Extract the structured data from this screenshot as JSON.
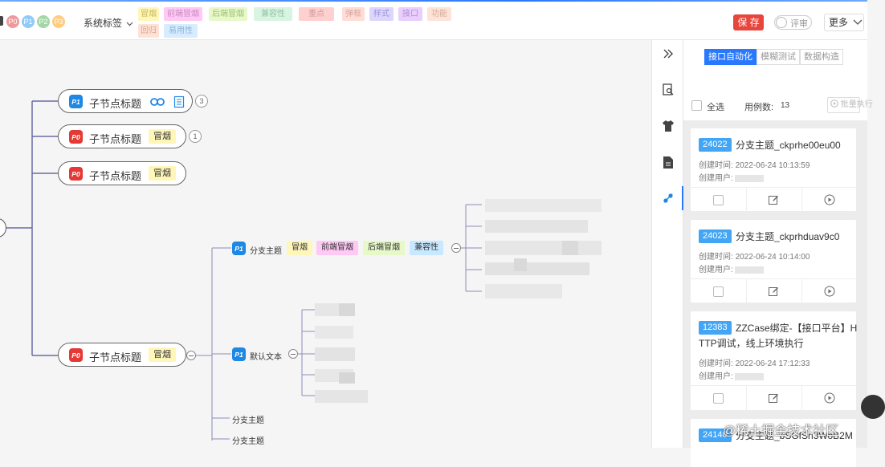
{
  "toolbar": {
    "priorities": [
      "P0",
      "P1",
      "P2",
      "P3"
    ],
    "system_tag_label": "系统标签",
    "tags_row1": [
      {
        "label": "冒烟",
        "bg": "#fff6b9",
        "fg": "#c9b75a"
      },
      {
        "label": "前端冒烟",
        "bg": "#ffc8f5",
        "fg": "#c98bc0"
      },
      {
        "label": "后端冒烟",
        "bg": "#e7f9c8",
        "fg": "#9fc079"
      },
      {
        "label": "兼容性",
        "bg": "#d9f4e2",
        "fg": "#8fc3a0"
      },
      {
        "label": "重点",
        "bg": "#ffd0d0",
        "fg": "#d39a9a"
      },
      {
        "label": "弹框",
        "bg": "#ffdcd5",
        "fg": "#d6a79e"
      },
      {
        "label": "样式",
        "bg": "#dcd6ff",
        "fg": "#9d93d6"
      },
      {
        "label": "接口",
        "bg": "#e9cffd",
        "fg": "#b58ed3"
      },
      {
        "label": "功能",
        "bg": "#fde3d8",
        "fg": "#d8ab98"
      }
    ],
    "tags_row2": [
      {
        "label": "回归",
        "bg": "#ffe2d6",
        "fg": "#d9a58f"
      },
      {
        "label": "易用性",
        "bg": "#d8ecff",
        "fg": "#8cb4d8"
      }
    ],
    "save_label": "保 存",
    "review_toggle_label": "评审",
    "more_label": "更多"
  },
  "mindmap": {
    "nodes": [
      {
        "priority": "P1",
        "title": "子节点标题",
        "count": "3",
        "mark": ""
      },
      {
        "priority": "P0",
        "title": "子节点标题",
        "count": "1",
        "mark": "冒烟"
      },
      {
        "priority": "P0",
        "title": "子节点标题",
        "count": "",
        "mark": "冒烟"
      },
      {
        "priority": "P0",
        "title": "子节点标题",
        "count": "",
        "mark": "冒烟"
      }
    ],
    "branch": {
      "priority": "P1",
      "label": "分支主题",
      "tags": [
        {
          "label": "冒烟",
          "bg": "#fff6b9"
        },
        {
          "label": "前端冒烟",
          "bg": "#ffc8f5"
        },
        {
          "label": "后端冒烟",
          "bg": "#e7f9c8"
        },
        {
          "label": "兼容性",
          "bg": "#c7e8ff"
        }
      ]
    },
    "default_text": {
      "priority": "P1",
      "label": "默认文本"
    },
    "extra_branches": [
      "分支主题",
      "分支主题"
    ]
  },
  "panel": {
    "tabs": [
      {
        "label": "接口自动化",
        "active": true
      },
      {
        "label": "模糊测试",
        "active": false
      },
      {
        "label": "数据构造",
        "active": false
      }
    ],
    "select_all_label": "全选",
    "case_count_label": "用例数:",
    "case_count": "13",
    "batch_run_label": "批量执行",
    "cards": [
      {
        "id": "24022",
        "name": "分支主题_ckprhe00eu00",
        "created_time_label": "创建时间:",
        "created_time": "2022-06-24 10:13:59",
        "created_user_label": "创建用户:"
      },
      {
        "id": "24023",
        "name": "分支主题_ckprhduav9c0",
        "created_time_label": "创建时间:",
        "created_time": "2022-06-24 10:14:00",
        "created_user_label": "创建用户:"
      },
      {
        "id": "12383",
        "name": "ZZCase绑定-【接口平台】HTTP调试，线上环境执行",
        "name_line1": "ZZCase绑定-【接口平台】H",
        "name_line2": "TTP调试，线上环境执行",
        "created_time_label": "创建时间:",
        "created_time": "2022-06-24 17:12:33",
        "created_user_label": "创建用户:"
      },
      {
        "id": "24140",
        "name": "分支主题_bSGfSn3WoB2M"
      }
    ]
  },
  "watermark": "@稀土掘金技术社区",
  "colors": {
    "accent": "#2979ff",
    "save": "#e8453c",
    "p0": "#e53935",
    "p1": "#1e88e5",
    "p2": "#43a047",
    "p3": "#fb8c00",
    "id_badge": "#42a5f5",
    "line": "#6b6ba8"
  },
  "icons": [
    "link-icon",
    "note-icon",
    "double-chevron-right-icon",
    "document-search-icon",
    "shirt-icon",
    "document-icon",
    "link-chain-icon",
    "checkbox-icon",
    "edit-icon",
    "play-circle-icon",
    "chevron-down-icon"
  ]
}
